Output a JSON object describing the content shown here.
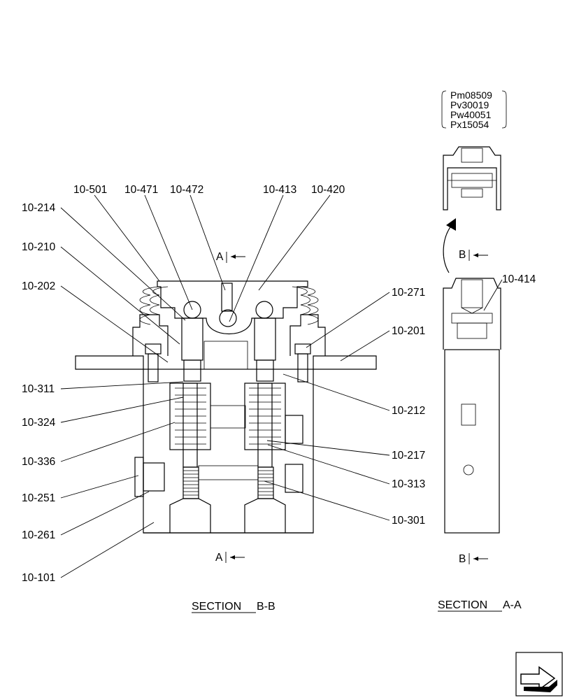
{
  "labels": {
    "l10_501": "10-501",
    "l10_471": "10-471",
    "l10_472": "10-472",
    "l10_413": "10-413",
    "l10_420": "10-420",
    "l10_214": "10-214",
    "l10_210": "10-210",
    "l10_202": "10-202",
    "l10_271": "10-271",
    "l10_201": "10-201",
    "l10_311": "10-311",
    "l10_212": "10-212",
    "l10_324": "10-324",
    "l10_336": "10-336",
    "l10_217": "10-217",
    "l10_251": "10-251",
    "l10_313": "10-313",
    "l10_261": "10-261",
    "l10_301": "10-301",
    "l10_101": "10-101",
    "l10_414": "10-414"
  },
  "section_markers": {
    "a_top": "A",
    "a_bottom": "A",
    "b_top": "B",
    "b_bottom": "B"
  },
  "titles": {
    "left_word": "SECTION",
    "left_suffix": "B-B",
    "right_word": "SECTION",
    "right_suffix": "A-A"
  },
  "references": [
    "Pm08509",
    "Pv30019",
    "Pw40051",
    "Px15054"
  ],
  "icons": {
    "nav": "next-page-arrow-icon"
  }
}
